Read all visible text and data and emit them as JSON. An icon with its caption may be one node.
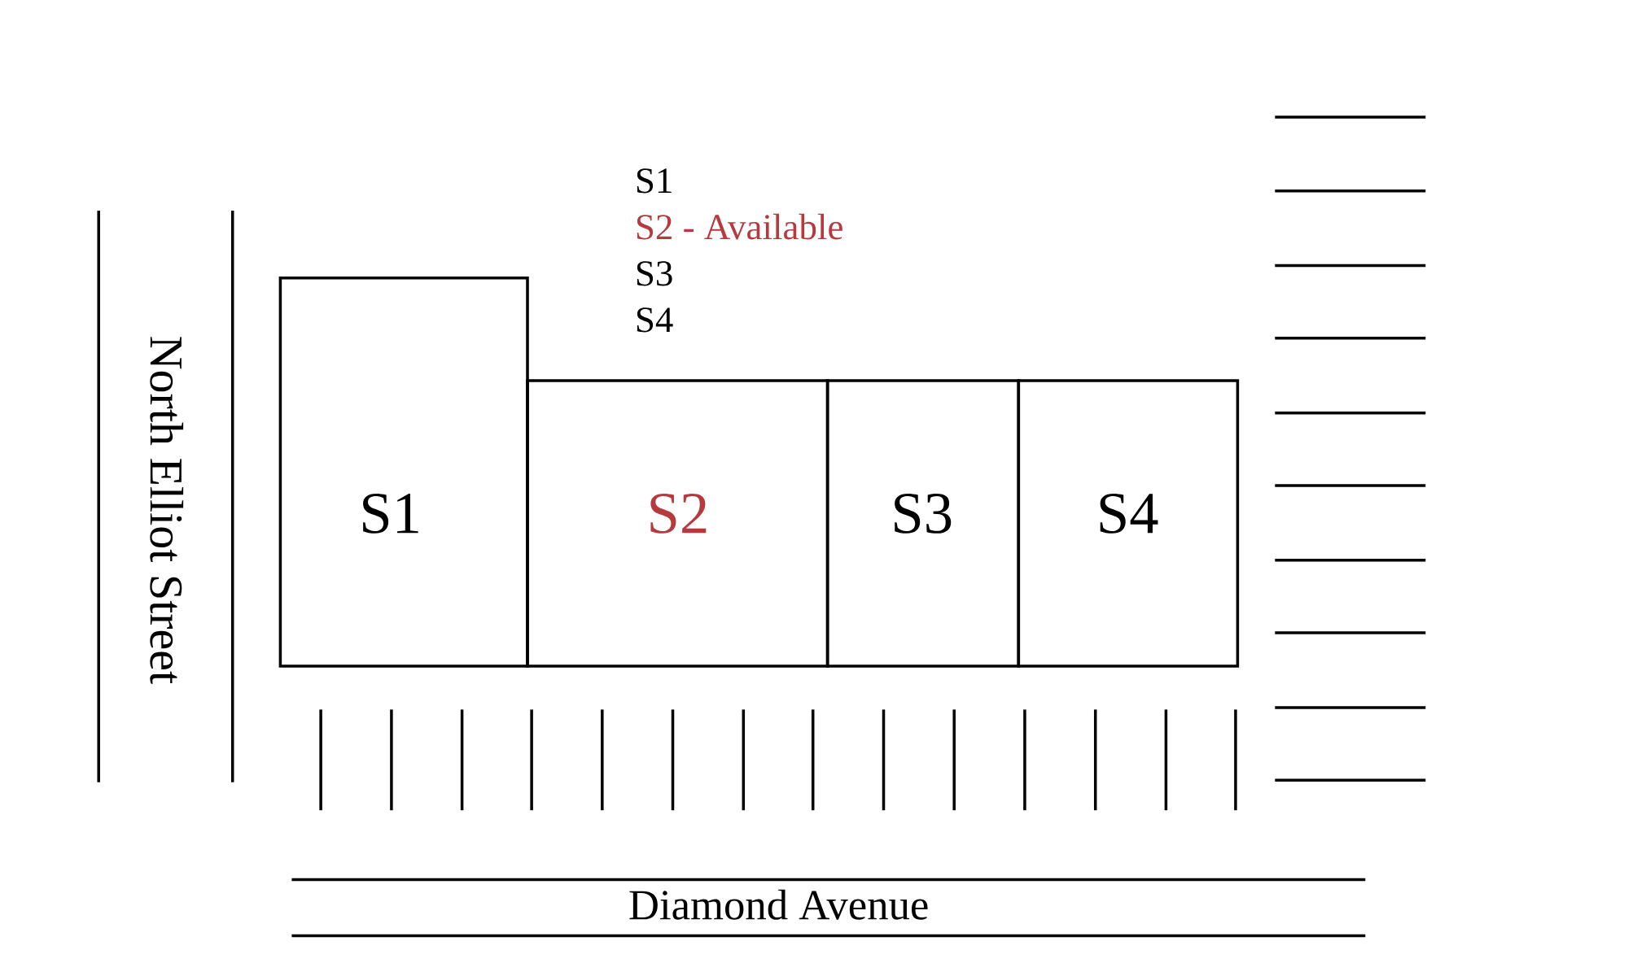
{
  "diagram": {
    "nodes": [
      {
        "text": [
          "S1"
        ]
      },
      {
        "text": [
          "S2"
        ]
      },
      {
        "text": [
          "S3"
        ]
      },
      {
        "text": [
          "S4"
        ]
      }
    ],
    "labels": [
      "S1",
      "S2 - Available",
      "S3",
      "S4",
      "North Elliot Street",
      "Diamond Avenue"
    ]
  }
}
